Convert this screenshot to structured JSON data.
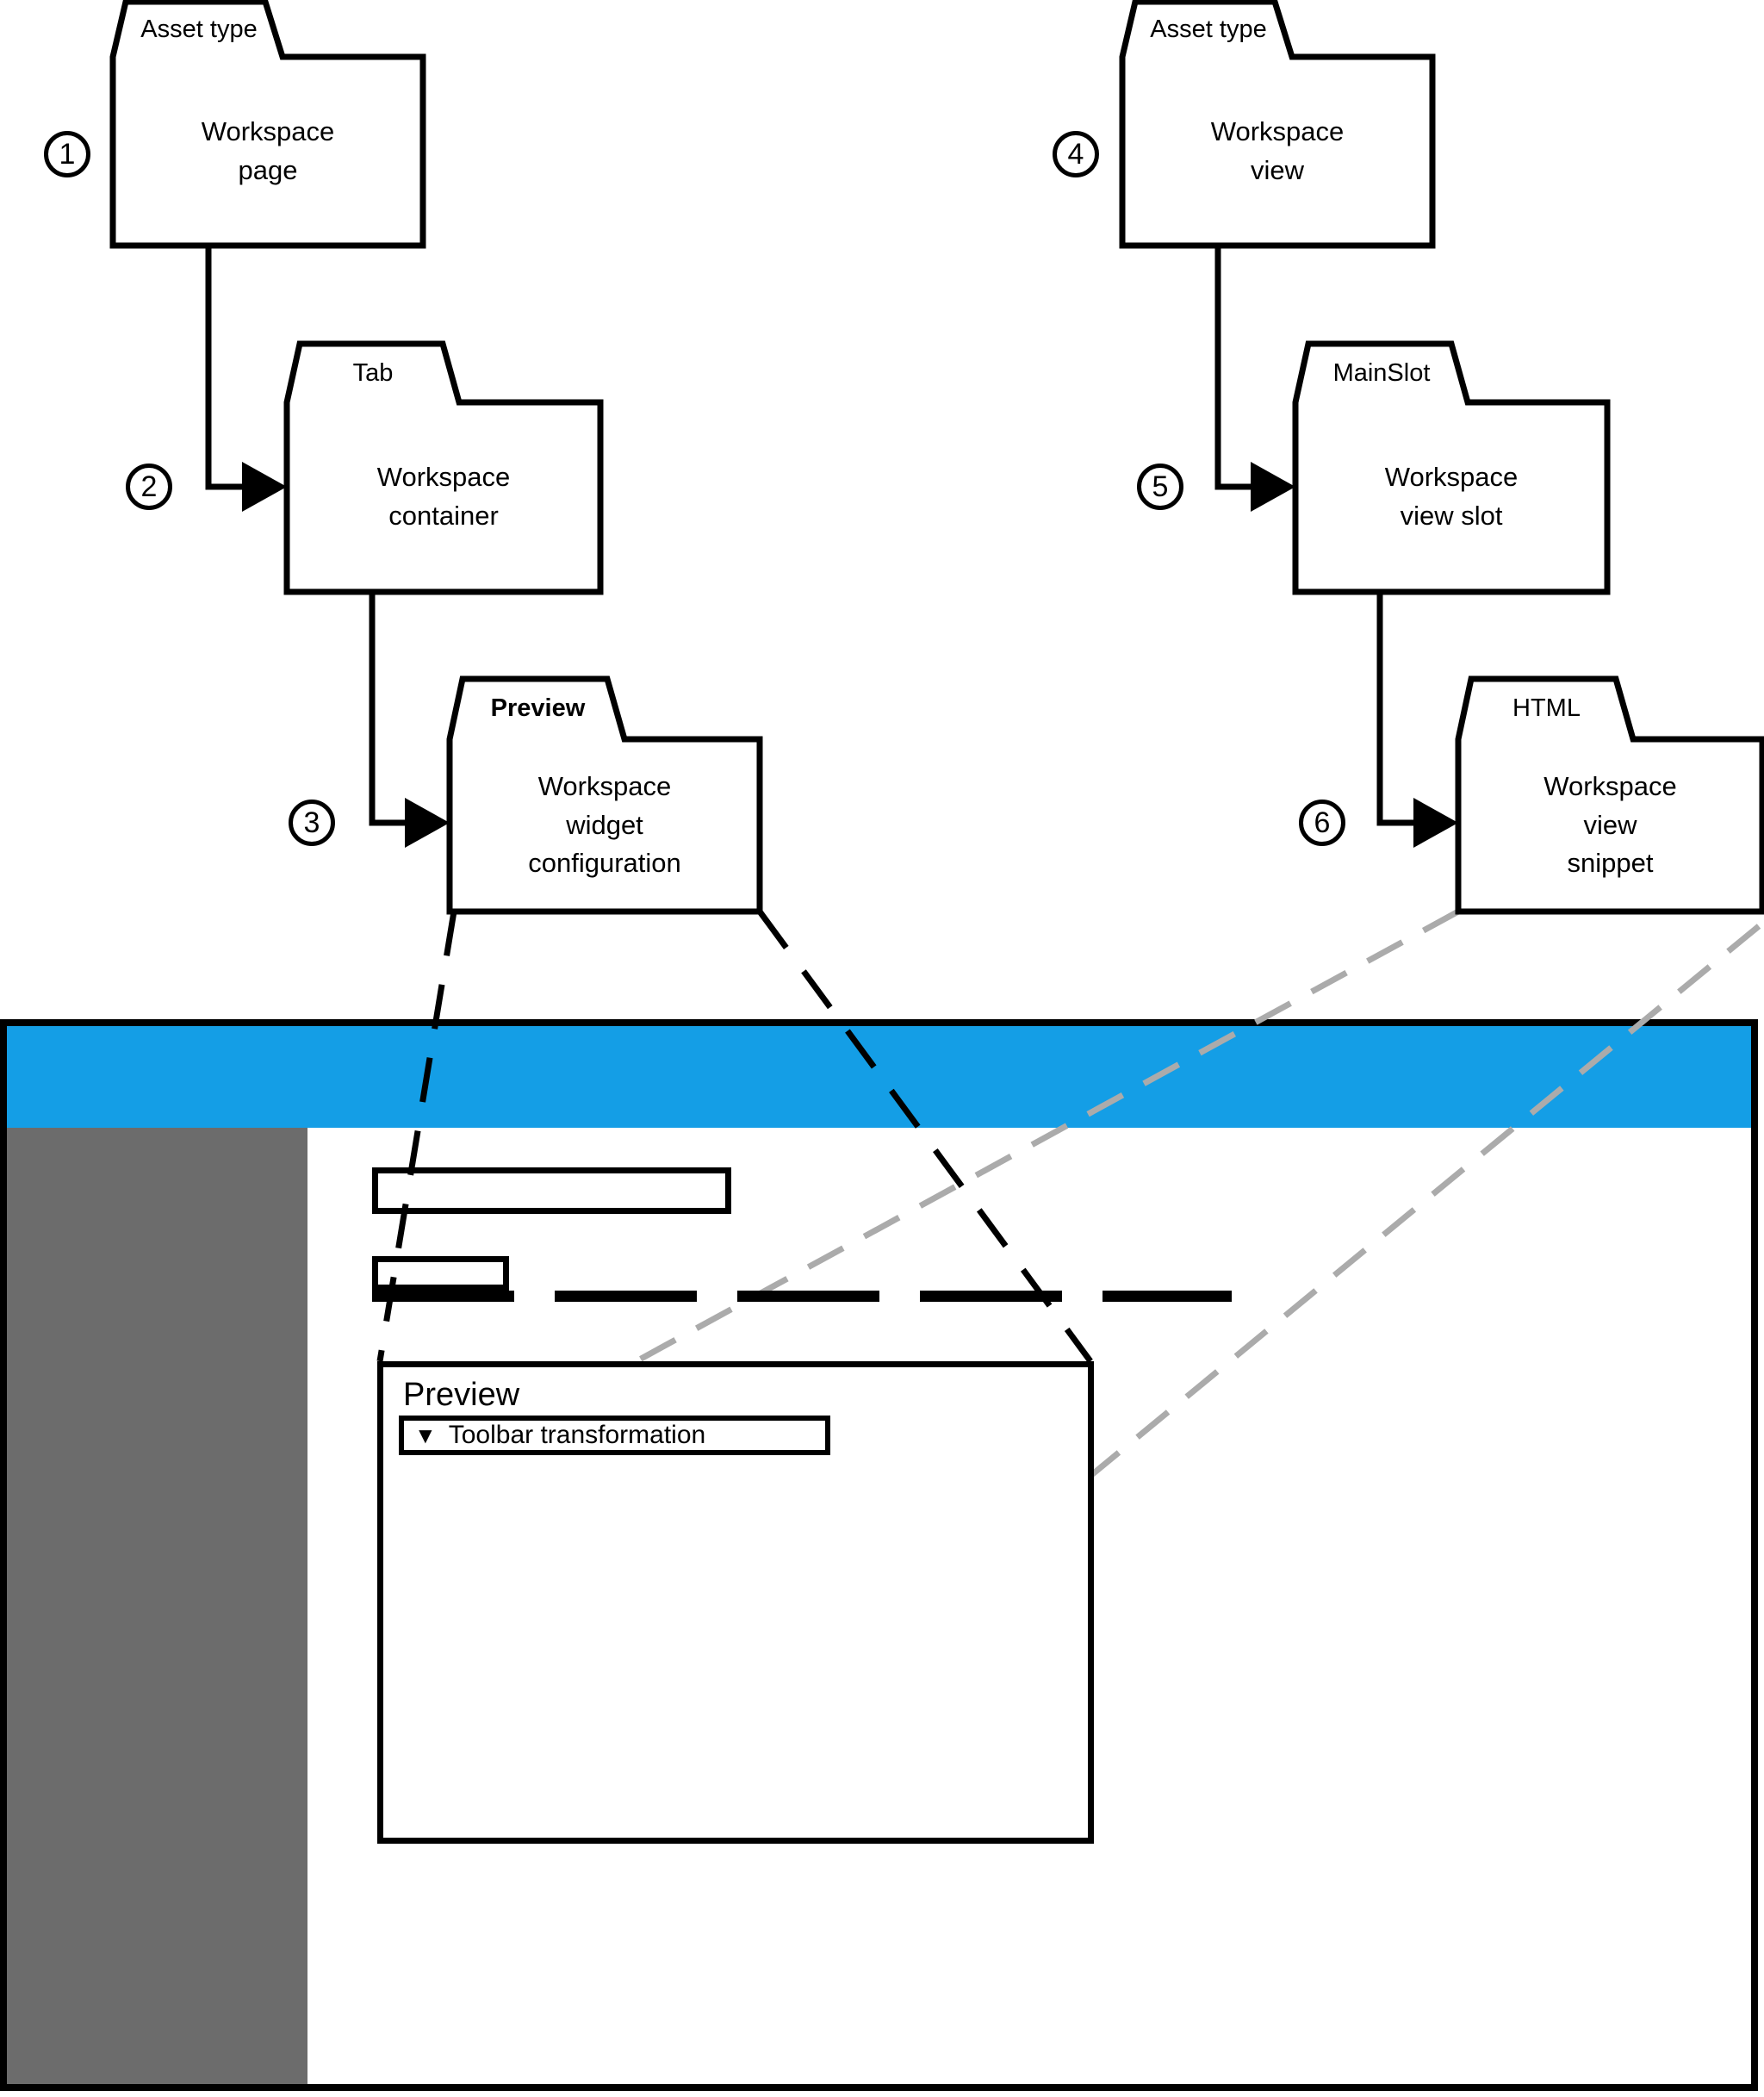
{
  "diagram": {
    "folders": [
      {
        "number": "1",
        "tab": "Asset type",
        "label": "Workspace\npage"
      },
      {
        "number": "2",
        "tab": "Tab",
        "label": "Workspace\ncontainer"
      },
      {
        "number": "3",
        "tab": "Preview",
        "label": "Workspace\nwidget\nconfiguration"
      },
      {
        "number": "4",
        "tab": "Asset type",
        "label": "Workspace\nview"
      },
      {
        "number": "5",
        "tab": "MainSlot",
        "label": "Workspace\nview slot"
      },
      {
        "number": "6",
        "tab": "HTML",
        "label": "Workspace\nview\nsnippet"
      }
    ]
  },
  "mockup": {
    "preview_panel": {
      "title": "Preview",
      "toolbar_button": {
        "icon": "▼",
        "label": "Toolbar transformation"
      }
    }
  },
  "colors": {
    "header_blue": "#149EE6",
    "sidebar_gray": "#6C6C6C",
    "widget_gray": "#B5B5B5",
    "line_gray": "#ABABAB"
  }
}
